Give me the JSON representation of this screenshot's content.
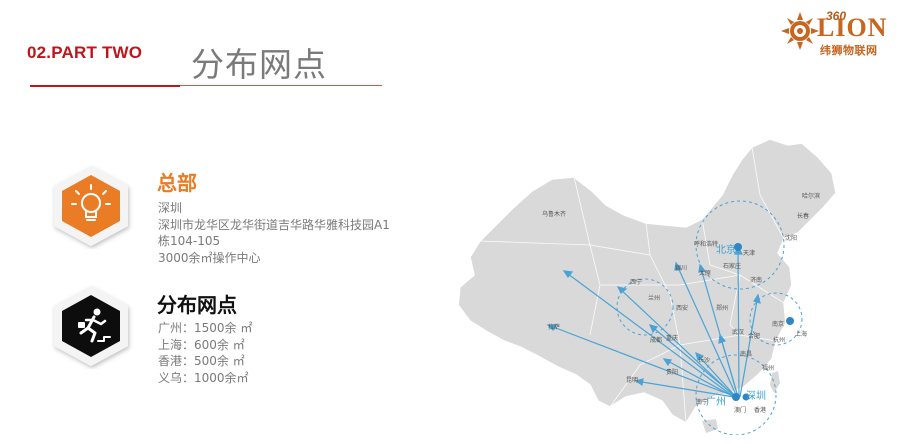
{
  "header": {
    "part_label": "02.PART TWO",
    "section_title": "分布网点"
  },
  "logo": {
    "number": "360",
    "word": "LION",
    "tagline": "纬狮物联网",
    "color": "#c8651f"
  },
  "headquarters": {
    "icon": "lightbulb-icon",
    "title": "总部",
    "lines": [
      "深圳",
      "深圳市龙华区龙华街道吉华路华雅科技园A1",
      "栋104-105",
      "3000余㎡操作中心"
    ]
  },
  "network": {
    "icon": "running-man-icon",
    "title": "分布网点",
    "lines": [
      "广州：1500余 ㎡",
      "上海：600余 ㎡",
      "香港：500余 ㎡",
      "义乌：1000余㎡"
    ]
  },
  "map": {
    "hub_labels": [
      "北京",
      "广州",
      "深圳"
    ],
    "province_labels": [
      "乌鲁木齐",
      "哈尔滨",
      "长春",
      "沈阳",
      "呼和浩特",
      "银川",
      "天津",
      "石家庄",
      "太原",
      "济南",
      "西宁",
      "兰州",
      "西安",
      "郑州",
      "南京",
      "上海",
      "合肥",
      "杭州",
      "武汉",
      "拉萨",
      "成都",
      "重庆",
      "长沙",
      "南昌",
      "福州",
      "贵阳",
      "昆明",
      "南宁",
      "澳门",
      "香港"
    ],
    "colors": {
      "land": "#d9d9d9",
      "route": "#4aa3d6",
      "hub": "#2f86c4",
      "accent_red": "#c0151b",
      "accent_orange": "#e97c24"
    }
  }
}
